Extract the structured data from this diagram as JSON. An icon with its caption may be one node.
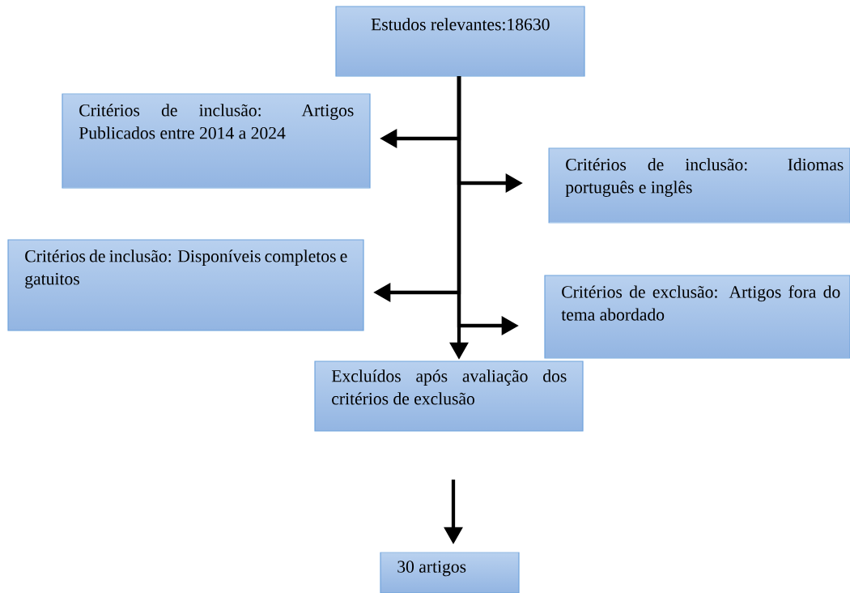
{
  "diagram": {
    "nodes": [
      {
        "text": [
          "Estudos relevantes:18630"
        ]
      },
      {
        "text": [
          "Critérios de inclusão: Artigos Publicados entre 2014 a 2024"
        ]
      },
      {
        "text": [
          "Critérios de inclusão: Idiomas português e inglês"
        ]
      },
      {
        "text": [
          "Critérios de inclusão: Disponíveis completos e gatuitos"
        ]
      },
      {
        "text": [
          "Critérios de exclusão: Artigos fora do tema abordado"
        ]
      },
      {
        "text": [
          "Excluídos após avaliação dos critérios de exclusão"
        ]
      },
      {
        "text": [
          "30 artigos"
        ]
      }
    ],
    "edges": [
      {
        "from": 0,
        "to": 1,
        "arrow": "to"
      },
      {
        "from": 0,
        "to": 2,
        "arrow": "to"
      },
      {
        "from": 0,
        "to": 3,
        "arrow": "to"
      },
      {
        "from": 0,
        "to": 4,
        "arrow": "to"
      },
      {
        "from": 0,
        "to": 5,
        "arrow": "to"
      },
      {
        "from": 5,
        "to": 6,
        "arrow": "to"
      }
    ]
  }
}
